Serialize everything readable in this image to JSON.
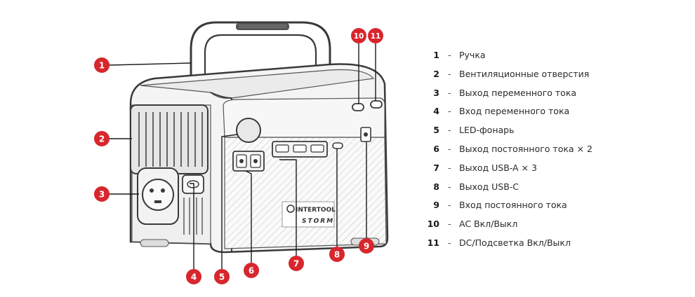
{
  "product": {
    "brand": "INTERTOOL",
    "model": "STORM"
  },
  "callouts": [
    "1",
    "2",
    "3",
    "4",
    "5",
    "6",
    "7",
    "8",
    "9",
    "10",
    "11"
  ],
  "legend": [
    {
      "num": "1",
      "sep": "-",
      "text": "Ручка"
    },
    {
      "num": "2",
      "sep": "-",
      "text": "Вентиляционные отверстия"
    },
    {
      "num": "3",
      "sep": "-",
      "text": "Выход переменного тока"
    },
    {
      "num": "4",
      "sep": "-",
      "text": "Вход переменного тока"
    },
    {
      "num": "5",
      "sep": "-",
      "text": "LED-фонарь"
    },
    {
      "num": "6",
      "sep": "-",
      "text": "Выход постоянного тока × 2"
    },
    {
      "num": "7",
      "sep": "-",
      "text": "Выход USB-A × 3"
    },
    {
      "num": "8",
      "sep": "-",
      "text": "Выход USB-C"
    },
    {
      "num": "9",
      "sep": "-",
      "text": "Вход постоянного тока"
    },
    {
      "num": "10",
      "sep": "-",
      "text": "AC Вкл/Выкл"
    },
    {
      "num": "11",
      "sep": "-",
      "text": "DC/Подсветка Вкл/Выкл"
    }
  ],
  "colors": {
    "badge": "#d8262d",
    "outline": "#3a3a3a",
    "body_fill": "#f4f4f4"
  }
}
